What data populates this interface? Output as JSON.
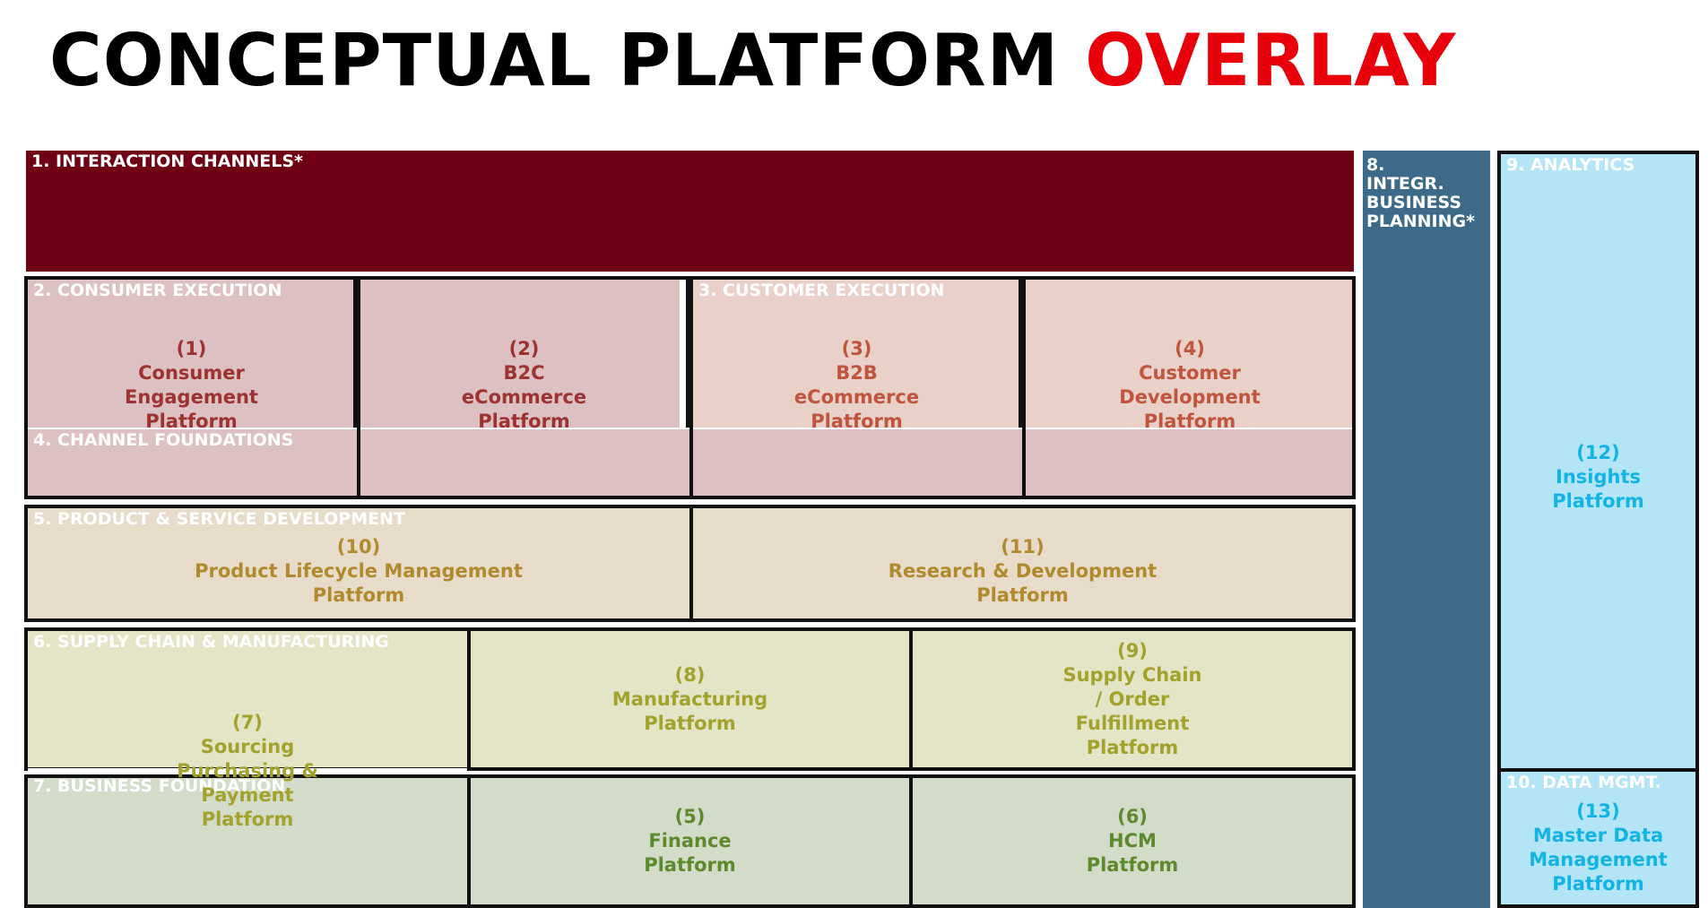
{
  "title": {
    "main": "CONCEPTUAL PLATFORM",
    "accent": "OVERLAY"
  },
  "colors": {
    "interaction": "#700014",
    "consumer": "#ddc0c1",
    "customer": "#e9d0c8",
    "channel_foundations": "#ddc0c1",
    "product": "#e6dcc9",
    "supply": "#e4e4c6",
    "business": "#d3dcc8",
    "planning": "#3e6a8a",
    "analytics": "#b3e5f6",
    "accent_red": "#e8000b"
  },
  "sections": {
    "interaction": "1. INTERACTION CHANNELS*",
    "consumer": "2. CONSUMER EXECUTION",
    "customer": "3. CUSTOMER EXECUTION",
    "channel_foundations": "4. CHANNEL FOUNDATIONS",
    "product": "5. PRODUCT & SERVICE DEVELOPMENT",
    "supply": "6. SUPPLY CHAIN & MANUFACTURING",
    "business": "7. BUSINESS FOUNDATION",
    "planning": [
      "8.",
      "INTEGR.",
      "BUSINESS",
      "PLANNING*"
    ],
    "analytics": "9. ANALYTICS",
    "data": "10. DATA MGMT."
  },
  "platforms": {
    "p1": [
      "(1)",
      "Consumer",
      "Engagement",
      "Platform"
    ],
    "p2": [
      "(2)",
      "B2C",
      "eCommerce",
      "Platform"
    ],
    "p3": [
      "(3)",
      "B2B",
      "eCommerce",
      "Platform"
    ],
    "p4": [
      "(4)",
      "Customer",
      "Development",
      "Platform"
    ],
    "p5": [
      "(5)",
      "Finance",
      "Platform"
    ],
    "p6": [
      "(6)",
      "HCM",
      "Platform"
    ],
    "p7": [
      "(7)",
      "Sourcing",
      "Purchasing &",
      "Payment",
      "Platform"
    ],
    "p8": [
      "(8)",
      "Manufacturing",
      "Platform"
    ],
    "p9": [
      "(9)",
      "Supply Chain",
      "/ Order",
      "Fulfillment",
      "Platform"
    ],
    "p10": [
      "(10)",
      "Product Lifecycle Management",
      "Platform"
    ],
    "p11": [
      "(11)",
      "Research & Development",
      "Platform"
    ],
    "p12": [
      "(12)",
      "Insights",
      "Platform"
    ],
    "p13": [
      "(13)",
      "Master Data",
      "Management",
      "Platform"
    ]
  }
}
